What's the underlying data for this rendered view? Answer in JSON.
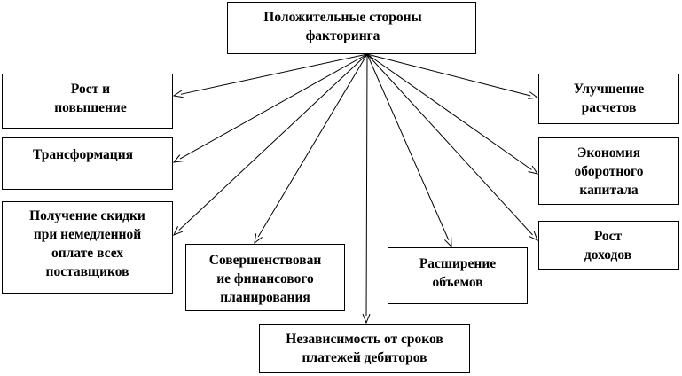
{
  "diagram": {
    "central": "Положительные стороны\nфакторинга",
    "nodes": {
      "growth": "Рост и\nповышение",
      "transformation": "Трансформация",
      "discount": "Получение скидки\nпри немедленной\nоплате всех\nпоставщиков",
      "planning": "Совершенствован\nие финансового\nпланирования",
      "independence": "Независимость от сроков\nплатежей дебиторов",
      "expansion": "Расширение\nобъемов",
      "income": "Рост\nдоходов",
      "capital": "Экономия\nоборотного\nкапитала",
      "settlements": "Улучшение\nрасчетов"
    }
  }
}
